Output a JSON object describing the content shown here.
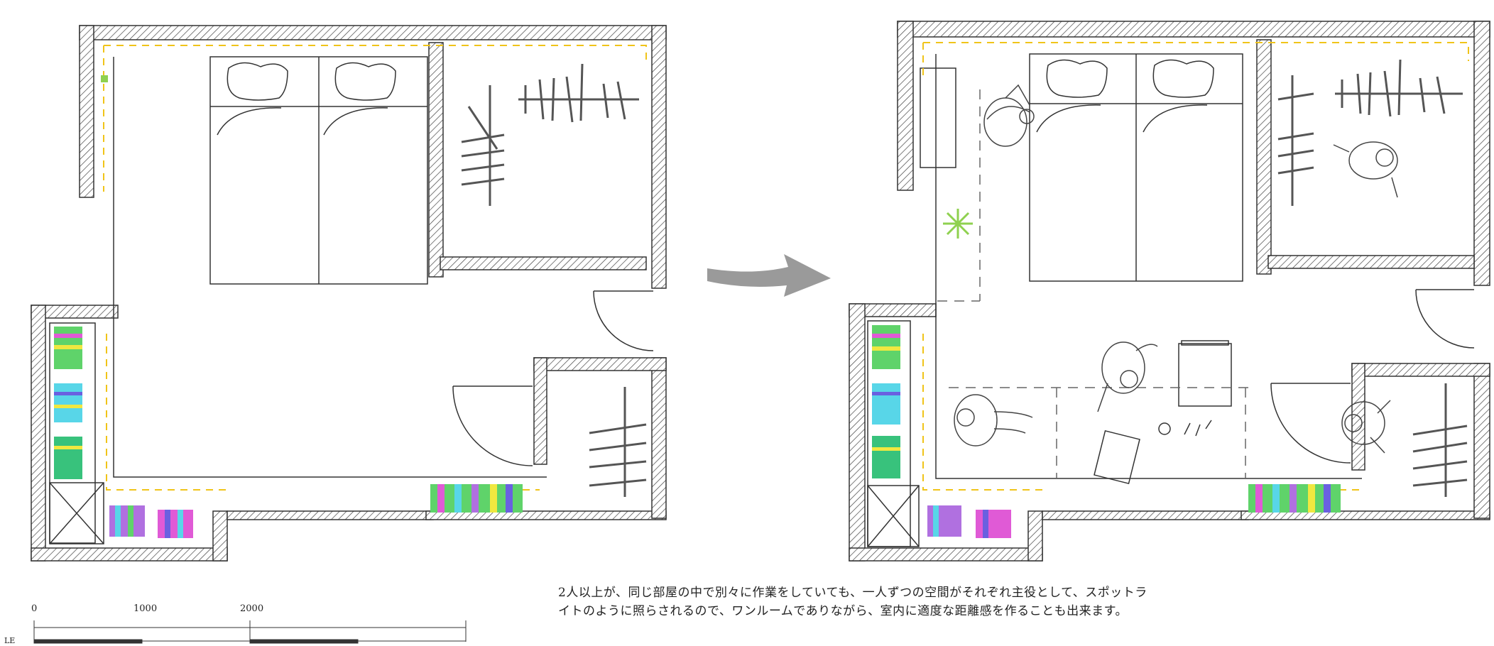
{
  "caption": {
    "line1": "2人以上が、同じ部屋の中で別々に作業をしていても、一人ずつの空間がそれぞれ主役として、スポットラ",
    "line2": "イトのように照らされるので、ワンルームでありながら、室内に適度な距離感を作ることも出来ます。"
  },
  "scale": {
    "ticks": [
      "0",
      "1000",
      "2000"
    ],
    "word": "LE"
  },
  "colors": {
    "wall": "#333333",
    "light": "#f0c419",
    "plant": "#8fd14f",
    "arrow": "#9a9a9a"
  },
  "icons": [
    "transition-arrow-icon",
    "plant-icon",
    "person-icon",
    "hanger-icon",
    "book-icon"
  ]
}
